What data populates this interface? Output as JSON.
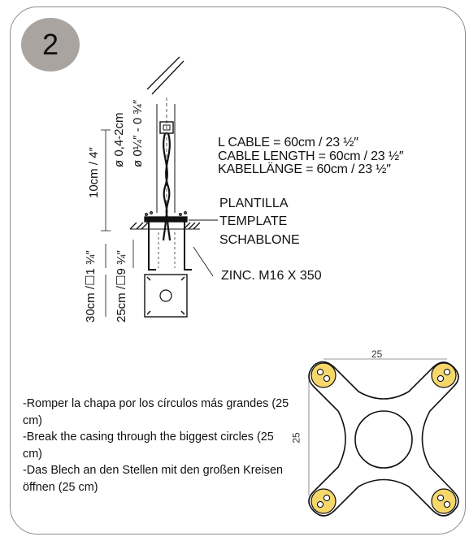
{
  "step_number": "2",
  "cable_labels": [
    "L CABLE = 60cm / 23 ½″",
    "CABLE LENGTH = 60cm / 23 ½″",
    "KABELLÄNGE = 60cm / 23 ½″"
  ],
  "template_labels": [
    "PLANTILLA",
    "TEMPLATE",
    "SCHABLONE"
  ],
  "bolt_label": "ZINC. M16 X 350",
  "vertical_labels": {
    "height": "10cm / 4″",
    "diameter_metric": "ø 0,4-2cm",
    "diameter_imperial": "ø 0¼″ - 0 ¾″",
    "depth": "30cm /☐1 ¾″",
    "base": "25cm /☐9 ¾″"
  },
  "plate_dimensions": {
    "width": "25",
    "height": "25"
  },
  "instructions": [
    "-Romper la chapa por los círculos más grandes (25 cm)",
    "-Break the casing through the biggest circles (25 cm)",
    "-Das Blech an den Stellen mit den großen Kreisen öffnen (25 cm)"
  ],
  "colors": {
    "badge": "#aaa4a1",
    "hole_fill": "#f6d76a",
    "border": "#8a8a8a"
  }
}
